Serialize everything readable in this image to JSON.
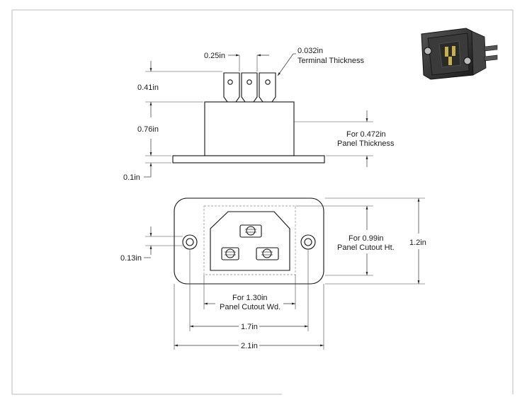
{
  "dimensions": {
    "terminal_spacing": "0.25in",
    "terminal_thickness_value": "0.032in",
    "terminal_thickness_label": "Terminal Thickness",
    "terminal_height": "0.41in",
    "body_height": "0.76in",
    "flange_thickness": "0.1in",
    "panel_thickness_line1": "For 0.472in",
    "panel_thickness_line2": "Panel Thickness",
    "hole_offset": "0.13in",
    "cutout_height_line1": "For 0.99in",
    "cutout_height_line2": "Panel Cutout Ht.",
    "overall_height": "1.2in",
    "cutout_width_line1": "For 1.30in",
    "cutout_width_line2": "Panel Cutout Wd.",
    "hole_spacing": "1.7in",
    "overall_width": "2.1in"
  },
  "colors": {
    "line": "#222222",
    "frame": "#bbbbbb",
    "thumbnail_dark": "#2b2b2b"
  },
  "thumbnail": {
    "icon": "iec-inlet-3d-view-icon"
  }
}
